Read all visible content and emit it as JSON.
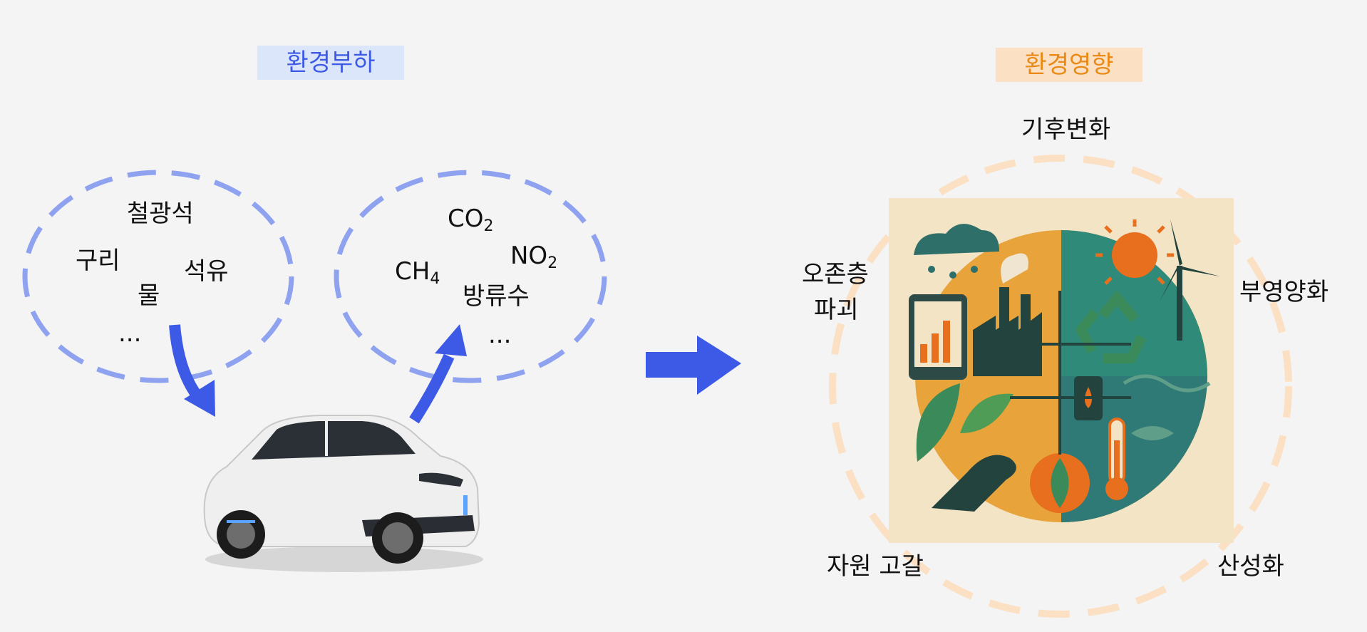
{
  "left": {
    "tag": "환경부하",
    "inputs": [
      "철광석",
      "구리",
      "석유",
      "물",
      "..."
    ],
    "outputs": {
      "co2": {
        "base": "CO",
        "sub": "2"
      },
      "no2": {
        "base": "NO",
        "sub": "2"
      },
      "ch4": {
        "base": "CH",
        "sub": "4"
      },
      "wastewater": "방류수",
      "more": "..."
    }
  },
  "right": {
    "tag": "환경영향",
    "impacts": {
      "climate": "기후변화",
      "ozone_line1": "오존층",
      "ozone_line2": "파괴",
      "eutrophication": "부영양화",
      "depletion": "자원 고갈",
      "acidification": "산성화"
    }
  },
  "colors": {
    "blue_accent": "#3d5ae6",
    "blue_dash": "#8ea2f0",
    "orange_accent": "#ea8a16",
    "orange_dash": "#fbe0c4",
    "tag_blue_bg": "#dce6fb",
    "tag_orange_bg": "#fbe0c4"
  }
}
